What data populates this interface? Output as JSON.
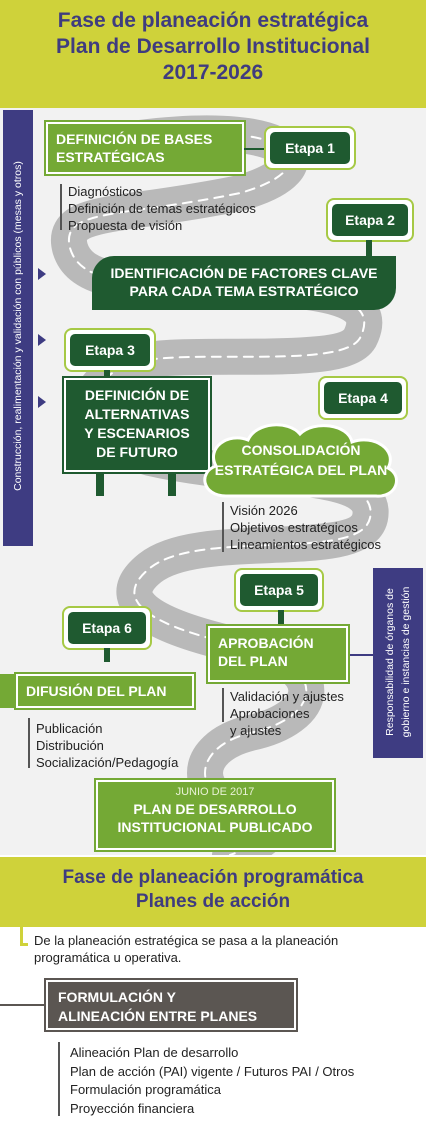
{
  "header": {
    "line1": "Fase de planeación estratégica",
    "line2": "Plan de Desarrollo Institucional",
    "line3": "2017-2026"
  },
  "left_bar": "Construcción, realimentación y validación con públicos (mesas y otros)",
  "right_bar": {
    "line1": "Responsabilidad de órganos de",
    "line2": "gobierno e instancias de gestión"
  },
  "etapa1": {
    "label": "Etapa 1",
    "title1": "DEFINICIÓN DE BASES",
    "title2": "ESTRATÉGICAS",
    "items": [
      "Diagnósticos",
      "Definición de temas estratégicos",
      "Propuesta de visión"
    ]
  },
  "etapa2": {
    "label": "Etapa 2",
    "title1": "IDENTIFICACIÓN DE FACTORES CLAVE",
    "title2": "PARA CADA TEMA ESTRATÉGICO"
  },
  "etapa3": {
    "label": "Etapa 3",
    "title1": "DEFINICIÓN DE",
    "title2": "ALTERNATIVAS",
    "title3": "Y ESCENARIOS",
    "title4": "DE FUTURO"
  },
  "etapa4": {
    "label": "Etapa 4",
    "title1": "CONSOLIDACIÓN",
    "title2": "ESTRATÉGICA DEL PLAN",
    "items": [
      "Visión 2026",
      "Objetivos estratégicos",
      "Lineamientos estratégicos"
    ]
  },
  "etapa5": {
    "label": "Etapa 5",
    "title1": "APROBACIÓN",
    "title2": "DEL PLAN",
    "items": [
      "Validación y ajustes",
      "Aprobaciones",
      "y ajustes"
    ]
  },
  "etapa6": {
    "label": "Etapa 6",
    "title": "DIFUSIÓN DEL PLAN",
    "items": [
      "Publicación",
      "Distribución",
      "Socialización/Pedagogía"
    ]
  },
  "final": {
    "date": "JUNIO DE 2017",
    "title1": "PLAN DE DESARROLLO",
    "title2": "INSTITUCIONAL PUBLICADO"
  },
  "programatica": {
    "line1": "Fase de planeación programática",
    "line2": "Planes de acción",
    "note1": "De la planeación estratégica se pasa a la planeación",
    "note2": "programática u operativa.",
    "box1": "FORMULACIÓN Y",
    "box2": "ALINEACIÓN ENTRE PLANES",
    "items": [
      "Alineación Plan de desarrollo",
      "Plan de acción (PAI) vigente / Futuros PAI / Otros",
      "Formulación programática",
      "Proyección financiera"
    ]
  },
  "colors": {
    "navy": "#3e3c82",
    "lime": "#cfd23a",
    "green": "#74a935",
    "dark_green": "#1f5a30",
    "road": "#b9b9b9"
  }
}
